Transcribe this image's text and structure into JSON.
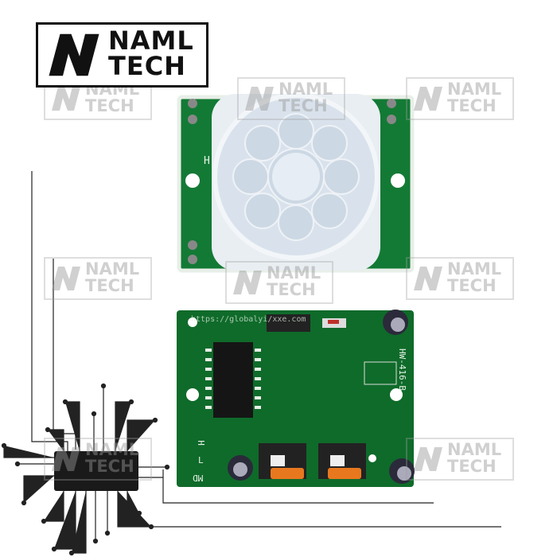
{
  "logo": {
    "line1": "NAML",
    "line2": "TECH"
  },
  "watermark": {
    "line1": "NAML",
    "line2": "TECH"
  },
  "board": {
    "url_silk": "https://globalyi/xxe.com",
    "model": "HW-416-B",
    "label_h": "H",
    "label_l": "L",
    "label_md": "MD",
    "top_label": "H"
  },
  "colors": {
    "pcb": "#0f6b2a",
    "logo": "#111111",
    "potentiometer": "#e8781e"
  }
}
